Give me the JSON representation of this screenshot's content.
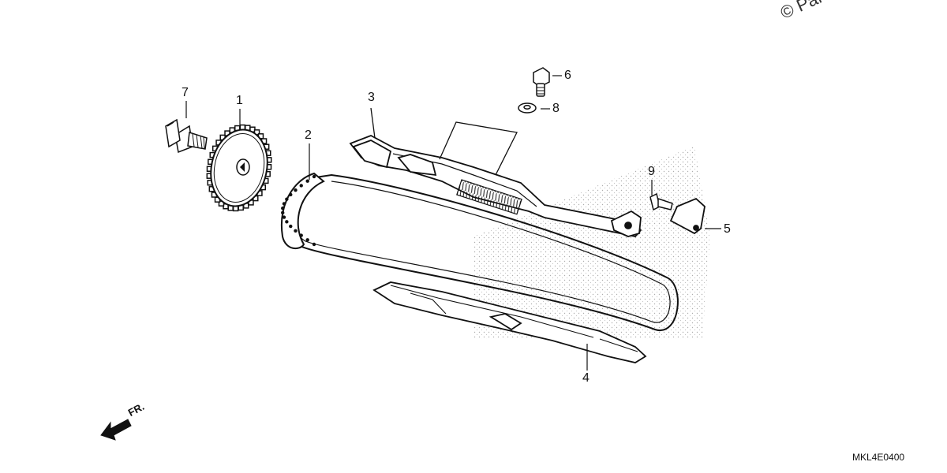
{
  "watermark": "© Partzilla",
  "diagram_code": "MKL4E0400",
  "direction": {
    "label": "FR."
  },
  "callouts": {
    "c1": "1",
    "c2": "2",
    "c3": "3",
    "c4": "4",
    "c5": "5",
    "c6": "6",
    "c7": "7",
    "c8": "8",
    "c9": "9"
  }
}
